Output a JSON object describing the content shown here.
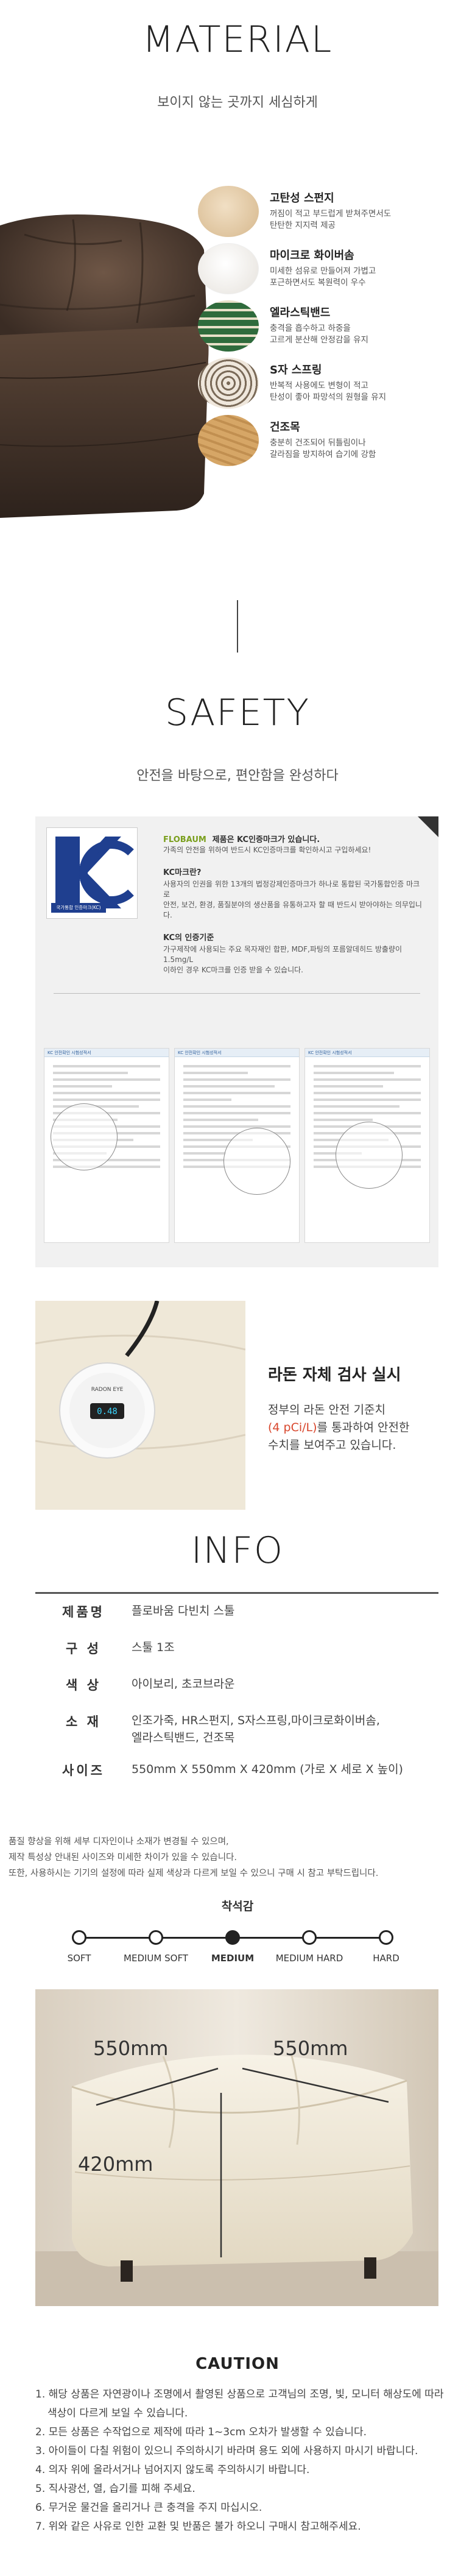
{
  "material": {
    "title": "MATERIAL",
    "subtitle": "보이지 않는 곳까지 세심하게",
    "items": [
      {
        "name": "고탄성 스펀지",
        "desc1": "꺼짐이 적고 부드럽게 받쳐주면서도",
        "desc2": "탄탄한 지지력 제공",
        "icon": "sponge-icon"
      },
      {
        "name": "마이크로 화이버솜",
        "desc1": "미세한 섬유로 만들어져 가볍고",
        "desc2": "포근하면서도 복원력이 우수",
        "icon": "fiber-cotton-icon"
      },
      {
        "name": "엘라스틱밴드",
        "desc1": "충격을 흡수하고 하중을",
        "desc2": "고르게 분산해 안정감을 유지",
        "icon": "elastic-band-icon"
      },
      {
        "name": "S자 스프링",
        "desc1": "반복적 사용에도 변형이 적고",
        "desc2": "탄성이 좋아 파망석의 원형을 유지",
        "icon": "s-spring-icon"
      },
      {
        "name": "건조목",
        "desc1": "충분히 건조되어 뒤틀림이나",
        "desc2": "갈라짐을 방지하여 습기에 강함",
        "icon": "dried-wood-icon"
      }
    ]
  },
  "safety": {
    "title": "SAFETY",
    "subtitle": "안전을 바탕으로, 편안함을 완성하다",
    "kc_caption": "국가통합 인증마크(KC)",
    "brand": "FLOBAUM",
    "headline": "제품은 KC인증마크가 있습니다.",
    "headline_sub": "가족의 안전을 위하여 반드시 KC인증마크를 확인하시고 구입하세요!",
    "kc_q1": "KC마크란?",
    "kc_a1_1": "사용자의 인권을 위한 13개의 법정강제인증마크가 하나로 통합된 국가통합인증 마크로",
    "kc_a1_2": "안전, 보건, 환경, 품질분야의 생산품을 유통하고자 할 때 반드시 받아야하는 의무입니다.",
    "kc_q2": "KC의 인증기준",
    "kc_a2_1": "가구제작에 사용되는 주요 목자재인 합판, MDF,파팅의 포름알데히드 방출량이 1.5mg/L",
    "kc_a2_2": "이하인 경우 KC마크를 인증 받을 수 있습니다.",
    "cert_header": "KC 안전확인 시험성적서"
  },
  "radon": {
    "device_brand": "RADON EYE",
    "title": "라돈 자체 검사 실시",
    "line1": "정부의 라돈 안전 기준치",
    "highlight": "(4 pCi/L)",
    "line2_rest": "를 통과하여 안전한",
    "line3": "수치를 보여주고 있습니다."
  },
  "info": {
    "title": "INFO",
    "rows": [
      {
        "key": "제품명",
        "val": "플로바움 다빈치 스툴"
      },
      {
        "key": "구 성",
        "val": "스툴 1조"
      },
      {
        "key": "색 상",
        "val": "아이보리, 초코브라운"
      },
      {
        "key": "소 재",
        "val": "인조가죽, HR스펀지, S자스프링,마이크로화이버솜,",
        "val2": "엘라스틱밴드, 건조목"
      },
      {
        "key": "사이즈",
        "val": "550mm X 550mm X 420mm (가로 X 세로 X 높이)"
      }
    ],
    "notice1": "품질 향상을 위해 세부 디자인이나 소재가 변경될 수 있으며,",
    "notice2": "제작 특성상 안내된 사이즈와 미세한 차이가 있을 수 있습니다.",
    "notice3": "또한, 사용하시는 기기의 설정에 따라 실제 색상과 다르게 보일 수 있으니 구매 시 참고 부탁드립니다."
  },
  "comfort": {
    "title": "착석감",
    "levels": [
      "SOFT",
      "MEDIUM SOFT",
      "MEDIUM",
      "MEDIUM HARD",
      "HARD"
    ],
    "selected": "MEDIUM",
    "selected_index": 2
  },
  "measure": {
    "width": "550mm",
    "depth": "550mm",
    "height": "420mm"
  },
  "caution": {
    "title": "CAUTION",
    "items": [
      "1. 해당 상품은 자연광이나 조명에서 촬영된 상품으로 고객님의 조명, 빛, 모니터 해상도에 따라 색상이 다르게 보일 수 있습니다.",
      "2. 모든 상품은 수작업으로 제작에 따라 1~3cm 오차가 발생할 수 있습니다.",
      "3. 아이들이 다칠 위험이 있으니 주의하시기 바라며 용도 외에 사용하지 마시기 바랍니다.",
      "4. 의자 위에 올라서거나 넘어지지 않도록 주의하시기 바랍니다.",
      "5. 직사광선, 열, 습기를 피해 주세요.",
      "6. 무거운 물건을 올리거나 큰 충격을 주지 마십시오.",
      "7. 위와 같은 사유로 인한 교환 및 반품은 불가 하오니 구매시 참고해주세요."
    ]
  },
  "colors": {
    "accent_red": "#d8452b",
    "kc_blue": "#1f3f8f",
    "brand_green": "#7a9f1d",
    "sofa_brown": "#4a3a30"
  }
}
